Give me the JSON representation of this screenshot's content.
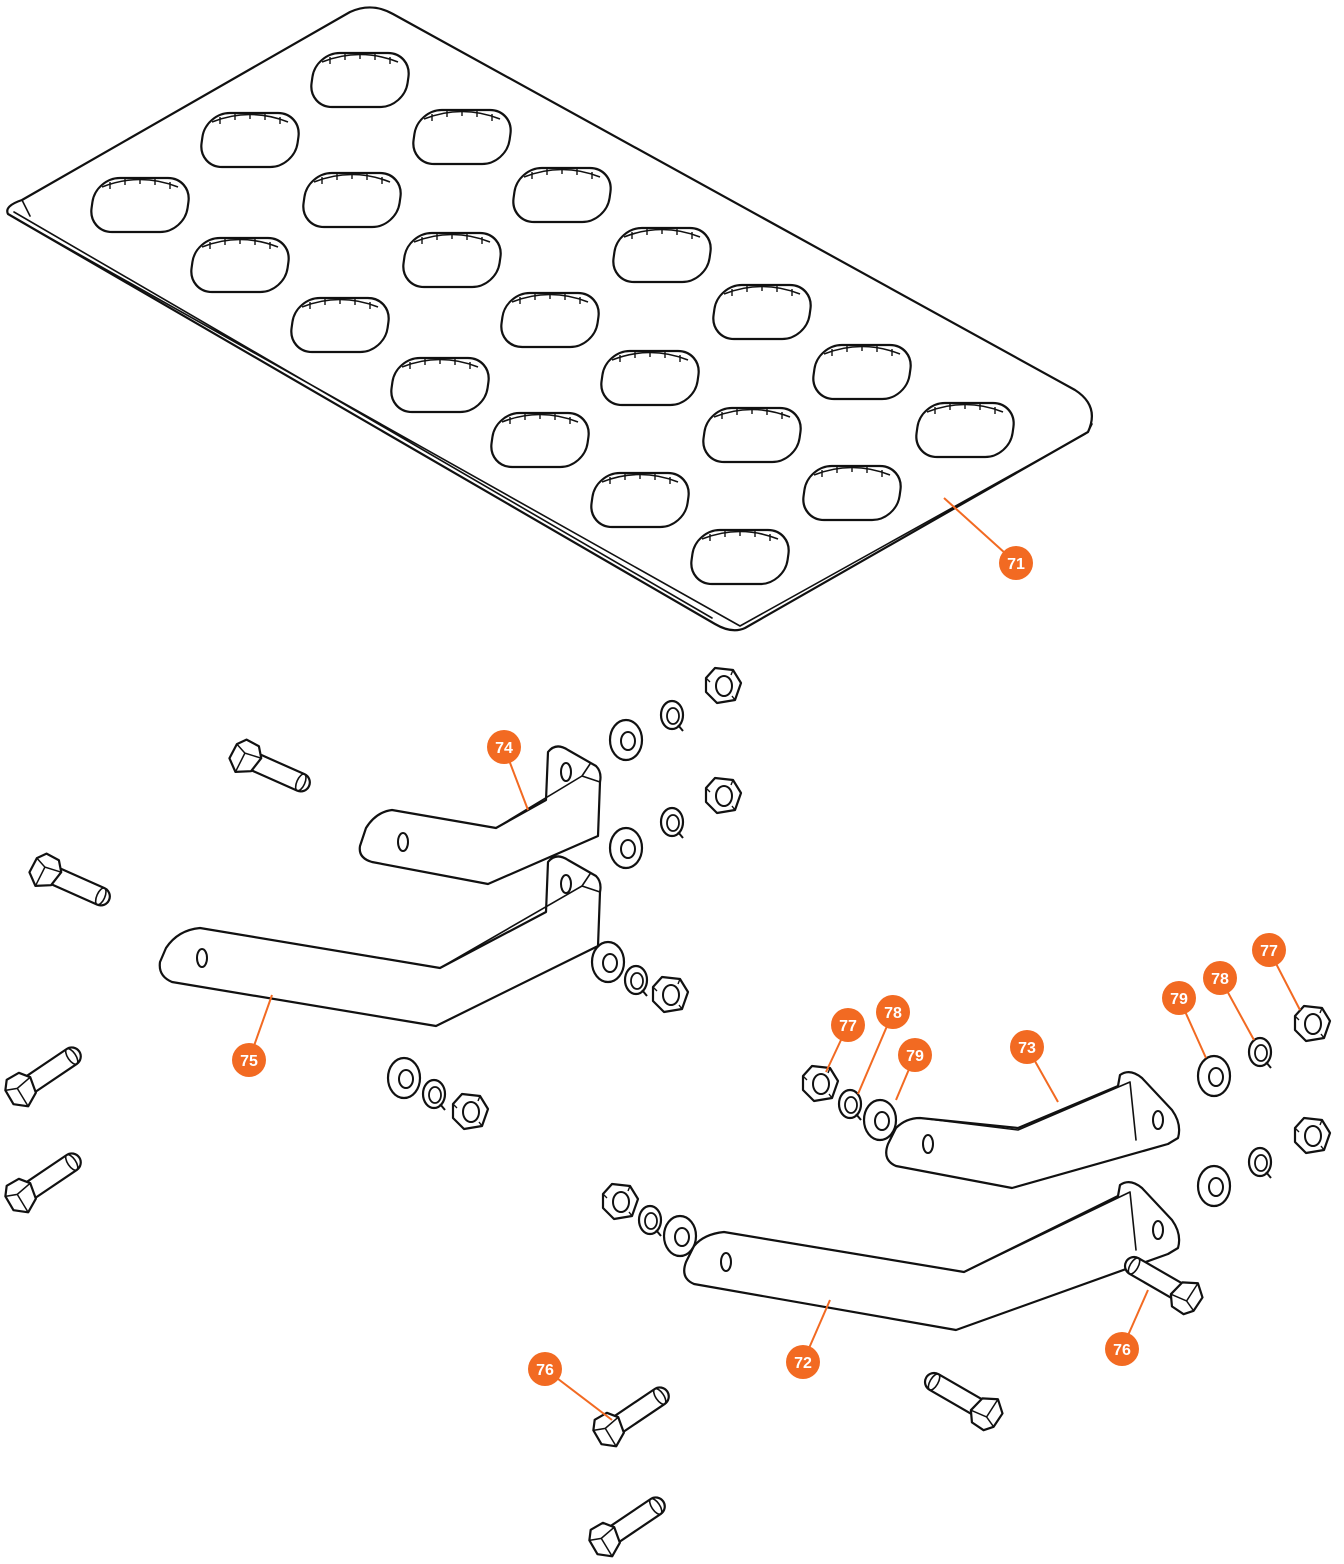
{
  "colors": {
    "accent": "#f26a22",
    "line": "#111111",
    "background": "#ffffff"
  },
  "parts": [
    {
      "id": "plate",
      "name": "perforated step plate"
    },
    {
      "id": "bracket",
      "name": "bent mounting bracket"
    },
    {
      "id": "bolt",
      "name": "hex bolt"
    },
    {
      "id": "nut",
      "name": "hex nut"
    },
    {
      "id": "washer",
      "name": "flat washer"
    },
    {
      "id": "spring_washer",
      "name": "split lock washer"
    }
  ],
  "callouts": [
    {
      "label": "71"
    },
    {
      "label": "74"
    },
    {
      "label": "75"
    },
    {
      "label": "77"
    },
    {
      "label": "78"
    },
    {
      "label": "79"
    },
    {
      "label": "73"
    },
    {
      "label": "79"
    },
    {
      "label": "78"
    },
    {
      "label": "77"
    },
    {
      "label": "72"
    },
    {
      "label": "76"
    },
    {
      "label": "76"
    }
  ]
}
